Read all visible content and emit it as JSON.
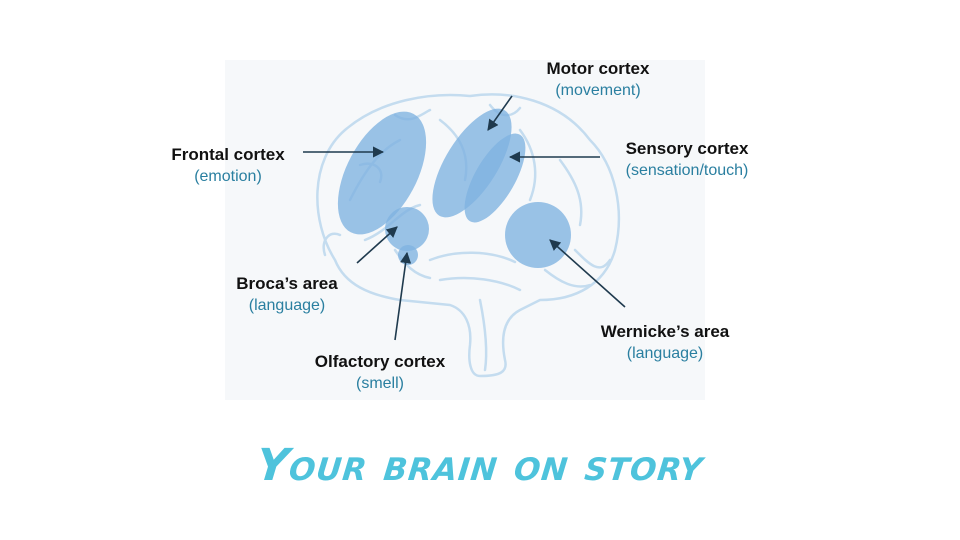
{
  "title": "Your brain on story",
  "regions": {
    "frontal": {
      "name": "Frontal cortex",
      "function": "(emotion)"
    },
    "motor": {
      "name": "Motor cortex",
      "function": "(movement)"
    },
    "sensory": {
      "name": "Sensory cortex",
      "function": "(sensation/touch)"
    },
    "broca": {
      "name": "Broca’s area",
      "function": "(language)"
    },
    "wernicke": {
      "name": "Wernicke’s area",
      "function": "(language)"
    },
    "olfactory": {
      "name": "Olfactory cortex",
      "function": "(smell)"
    }
  },
  "colors": {
    "highlight": "#7fb2e0",
    "outline": "#c4dcef",
    "function_text": "#2a7fa0",
    "title": "#4ec3dc",
    "arrow": "#1f3a4e"
  }
}
